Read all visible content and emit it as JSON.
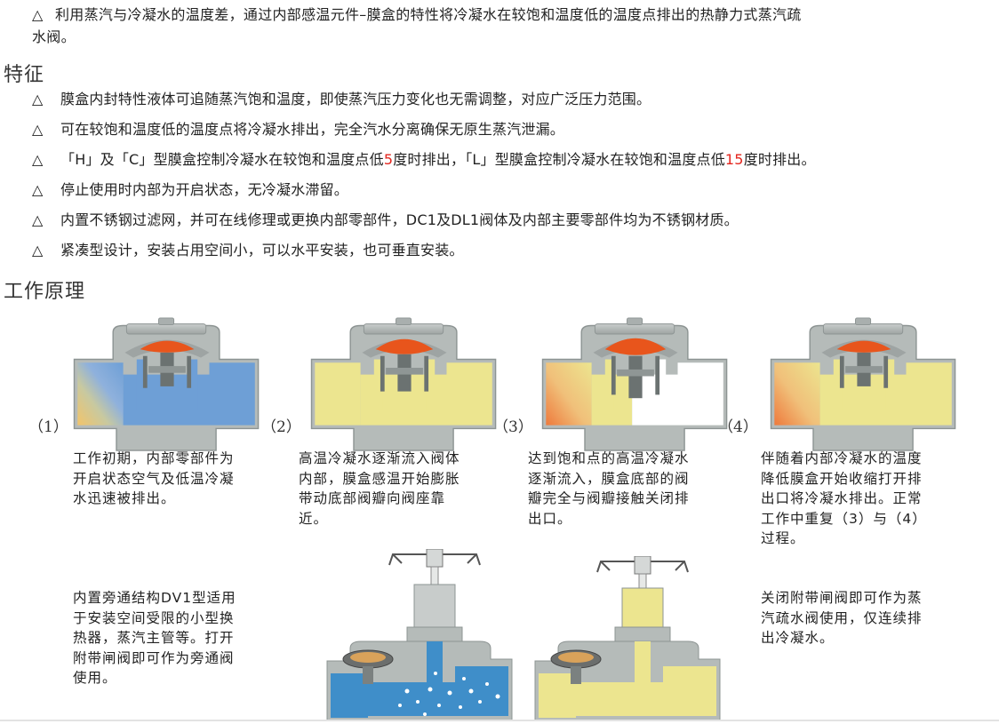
{
  "intro": {
    "bullet": "△",
    "line1": "利用蒸汽与冷凝水的温度差，通过内部感温元件–膜盒的特性将冷凝水在较饱和温度低的温度点排出的热静力式蒸汽疏",
    "line2": "水阀。"
  },
  "features_title": "特征",
  "features": [
    {
      "bullet": "△",
      "text": "膜盒内封特性液体可追随蒸汽饱和温度，即使蒸汽压力变化也无需调整，对应广泛压力范围。"
    },
    {
      "bullet": "△",
      "text": "可在较饱和温度低的温度点将冷凝水排出，完全汽水分离确保无原生蒸汽泄漏。"
    },
    {
      "bullet": "△",
      "text_a": "「H」及「C」型膜盒控制冷凝水在较饱和温度点低",
      "num_a": "5",
      "text_b": "度时排出，「L」型膜盒控制冷凝水在较饱和温度点低",
      "num_b": "15",
      "text_c": "度时排出。"
    },
    {
      "bullet": "△",
      "text": "停止使用时内部为开启状态，无冷凝水滞留。"
    },
    {
      "bullet": "△",
      "text": "内置不锈钢过滤网，并可在线修理或更换内部零部件，DC1及DL1阀体及内部主要零部件均为不锈钢材质。"
    },
    {
      "bullet": "△",
      "text": "紧凑型设计，安装占用空间小，可以水平安装，也可垂直安装。"
    }
  ],
  "principle_title": "工作原理",
  "steps": [
    {
      "num": "（1）",
      "caption": [
        "工作初期，内部零部件为",
        "开启状态空气及低温冷凝",
        "水迅速被排出。"
      ]
    },
    {
      "num": "（2）",
      "caption": [
        "高温冷凝水逐渐流入阀体",
        "内部，膜盒感温开始膨胀",
        "带动底部阀瓣向阀座靠",
        "近。"
      ]
    },
    {
      "num": "（3）",
      "caption": [
        "达到饱和点的高温冷凝水",
        "逐渐流入，膜盒底部的阀",
        "瓣完全与阀瓣接触关闭排",
        "出口。"
      ]
    },
    {
      "num": "（4）",
      "caption": [
        "伴随着内部冷凝水的温度",
        "降低膜盒开始收缩打开排",
        "出口将冷凝水排出。正常",
        "工作中重复（3）与（4）",
        "过程。"
      ]
    }
  ],
  "bypass": {
    "left_caption": [
      "内置旁通结构DV1型适用",
      "于安装空间受限的小型换",
      "热器，蒸汽主管等。打开",
      "附带闸阀即可作为旁通阀",
      "使用。"
    ],
    "right_caption": [
      "关闭附带闸阀即可作为蒸",
      "汽疏水阀使用，仅连续排",
      "出冷凝水。"
    ]
  },
  "colors": {
    "accent_red": "#e4261e",
    "capsule_orange": "#e8551c",
    "water_blue": "#6e9fd6",
    "condensate_yellow": "#ece58f",
    "body_gray": "#b5bbb9"
  }
}
